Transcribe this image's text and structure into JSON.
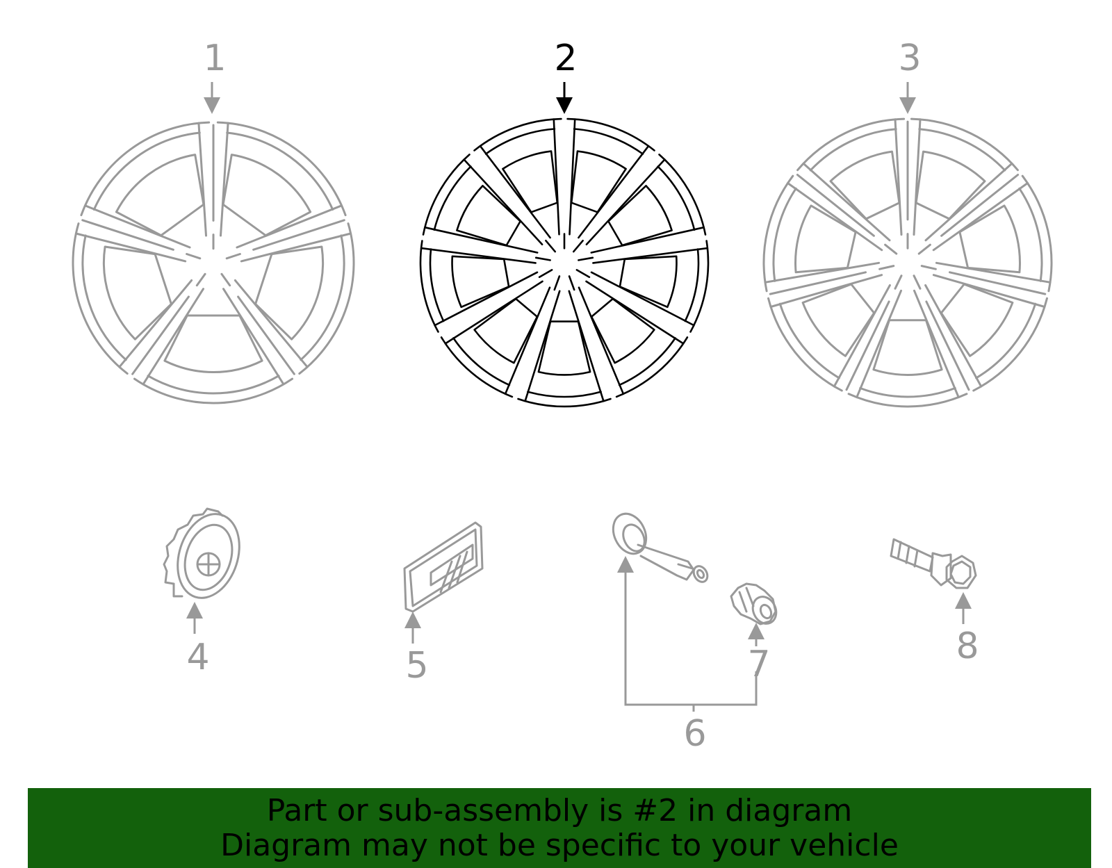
{
  "callouts": [
    "1",
    "2",
    "3",
    "4",
    "5",
    "6",
    "7",
    "8"
  ],
  "highlighted_part": "2",
  "banner": {
    "line1": "Part or sub-assembly is #2 in diagram",
    "line2": "Diagram may not be specific to your vehicle"
  },
  "colors": {
    "highlight": "#000000",
    "other_parts": "#999999",
    "banner_bg": "#13610c",
    "banner_text": "#000000"
  },
  "icons": [
    "wheel-1-icon",
    "wheel-2-icon",
    "wheel-3-icon",
    "center-cap-icon",
    "badge-icon",
    "tpms-valve-icon",
    "valve-cap-icon",
    "wheel-bolt-icon"
  ]
}
